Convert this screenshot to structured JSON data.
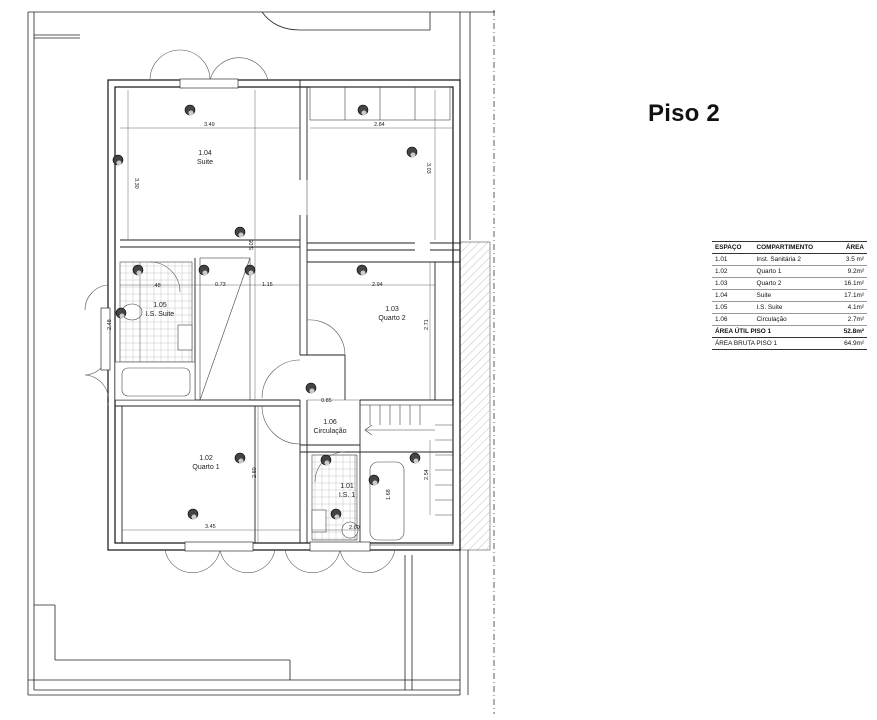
{
  "floor_title": "Piso 2",
  "rooms": [
    {
      "code": "1.04",
      "name": "Suite"
    },
    {
      "code": "1.05",
      "name": "I.S. Suite"
    },
    {
      "code": "1.03",
      "name": "Quarto 2"
    },
    {
      "code": "1.06",
      "name": "Circulação"
    },
    {
      "code": "1.02",
      "name": "Quarto 1"
    },
    {
      "code": "1.01",
      "name": "I.S. 1"
    }
  ],
  "dimensions": [
    "3.49",
    "2.84",
    "3.30",
    "3.03",
    "5.05",
    "0.73",
    "1.15",
    "2.94",
    "2.71",
    "0.85",
    "2.60",
    "3.45",
    "2.00",
    "1.68",
    "2.54",
    "2.48",
    ".48"
  ],
  "area_table": {
    "headers": [
      "ESPAÇO",
      "COMPARTIMENTO",
      "ÁREA"
    ],
    "rows": [
      {
        "code": "1.01",
        "name": "Inst. Sanitária 2",
        "area": "3.5 m²"
      },
      {
        "code": "1.02",
        "name": "Quarto 1",
        "area": "9.2m²"
      },
      {
        "code": "1.03",
        "name": "Quarto 2",
        "area": "16.1m²"
      },
      {
        "code": "1.04",
        "name": "Suite",
        "area": "17.1m²"
      },
      {
        "code": "1.05",
        "name": "I.S. Suite",
        "area": "4.1m²"
      },
      {
        "code": "1.06",
        "name": "Circulação",
        "area": "2.7m²"
      }
    ],
    "total": {
      "label": "ÁREA ÚTIL PISO 1",
      "area": "52.8m²"
    },
    "gross": {
      "label": "ÁREA BRUTA PISO 1",
      "area": "64.9m²"
    }
  }
}
